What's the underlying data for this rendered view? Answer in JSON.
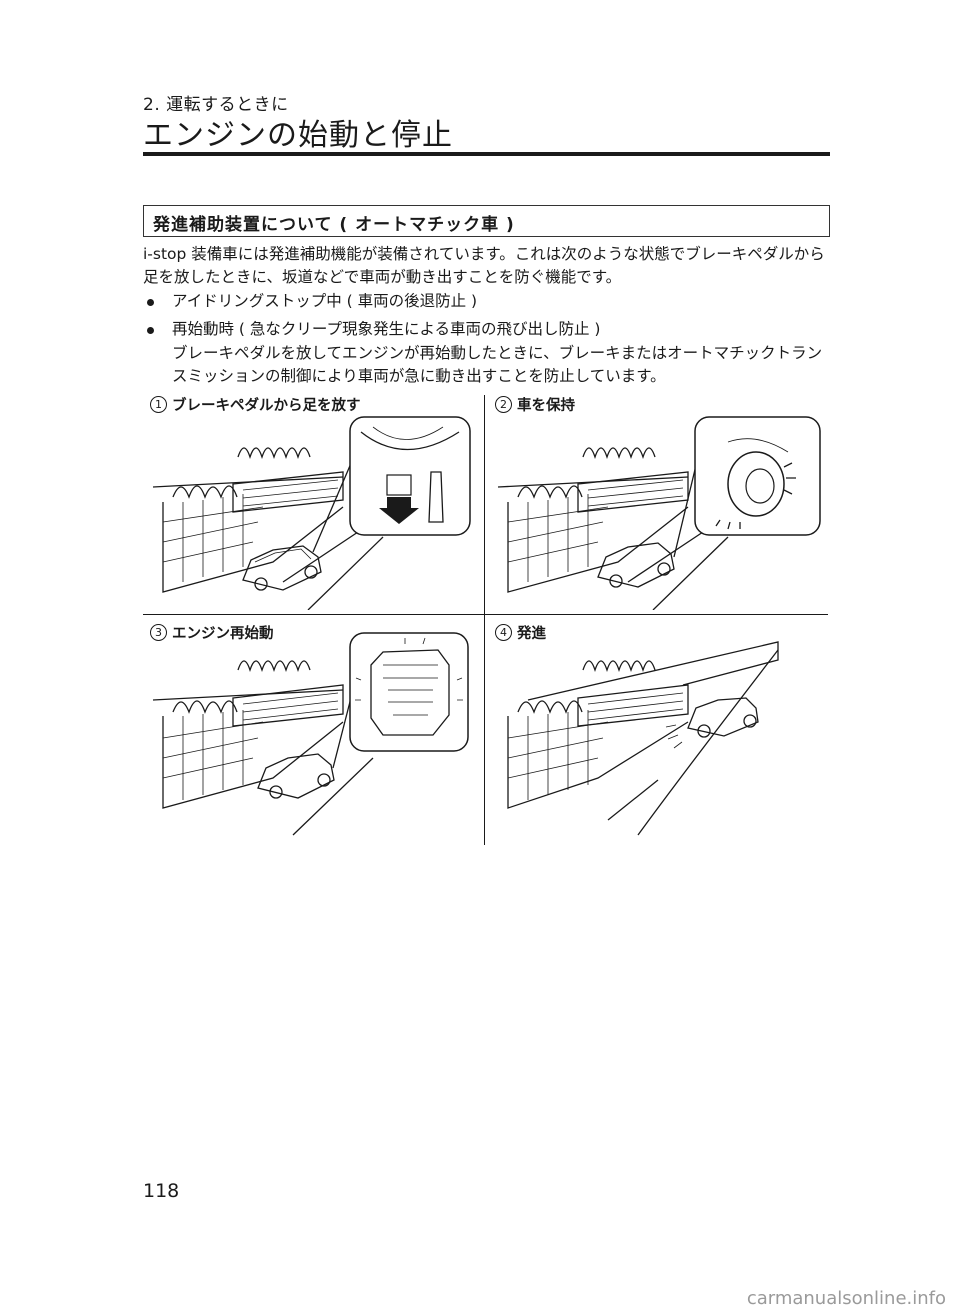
{
  "header": {
    "chapter": "2. 運転するときに",
    "title": "エンジンの始動と停止"
  },
  "section": {
    "title": "発進補助装置について ( オートマチック車 )",
    "paragraph": "i-stop 装備車には発進補助機能が装備されています。これは次のような状態でブレーキペダルから足を放したときに、坂道などで車両が動き出すことを防ぐ機能です。",
    "bullets": [
      "アイドリングストップ中 ( 車両の後退防止 )",
      "再始動時 ( 急なクリープ現象発生による車両の飛び出し防止 )"
    ],
    "bullet_sub": "ブレーキペダルを放してエンジンが再始動したときに、ブレーキまたはオートマチックトランスミッションの制御により車両が急に動き出すことを防止しています。"
  },
  "figures": [
    {
      "num": "1",
      "caption": "ブレーキペダルから足を放す",
      "inset_icon": "brake-pedal-icon"
    },
    {
      "num": "2",
      "caption": "車を保持",
      "inset_icon": "wheel-hold-icon"
    },
    {
      "num": "3",
      "caption": "エンジン再始動",
      "inset_icon": "engine-icon"
    },
    {
      "num": "4",
      "caption": "発進",
      "inset_icon": ""
    }
  ],
  "footer": {
    "page_number": "118",
    "watermark": "carmanualsonline.info"
  }
}
